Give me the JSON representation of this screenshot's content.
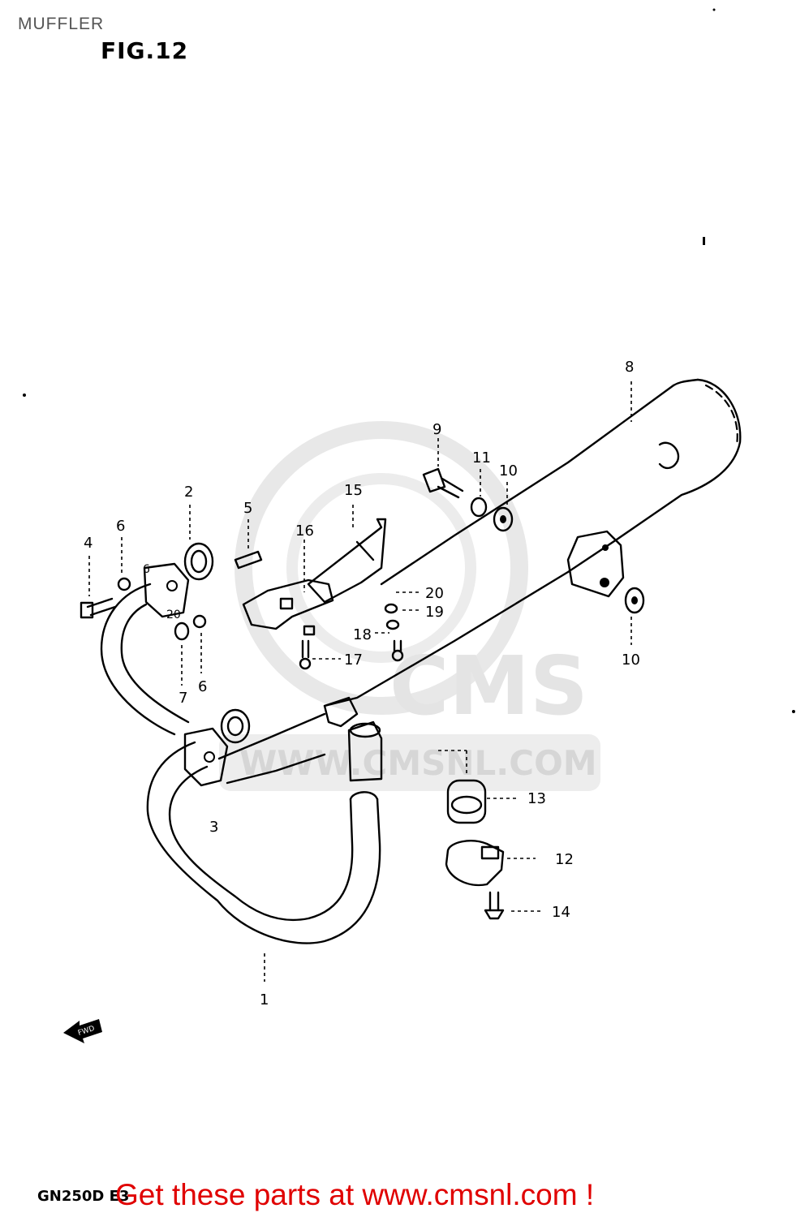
{
  "page": {
    "title": "MUFFLER",
    "figure_label": "FIG.12",
    "model_code": "GN250D E3",
    "cta_text": "Get these parts at www.cmsnl.com !"
  },
  "watermark": {
    "brand": "CMS",
    "url": "WWW.CMSNL.COM"
  },
  "callouts": {
    "c1": "1",
    "c2": "2",
    "c3": "3",
    "c4": "4",
    "c5": "5",
    "c6a": "6",
    "c6b": "6",
    "c6c": "6",
    "c7": "7",
    "c8": "8",
    "c9": "9",
    "c10a": "10",
    "c10b": "10",
    "c11": "11",
    "c12": "12",
    "c13": "13",
    "c14": "14",
    "c15": "15",
    "c16": "16",
    "c17": "17",
    "c18": "18",
    "c19": "19",
    "c20a": "20",
    "c20b": "20"
  },
  "direction_arrow": {
    "label": "FWD",
    "icon": "forward-arrow-icon"
  }
}
